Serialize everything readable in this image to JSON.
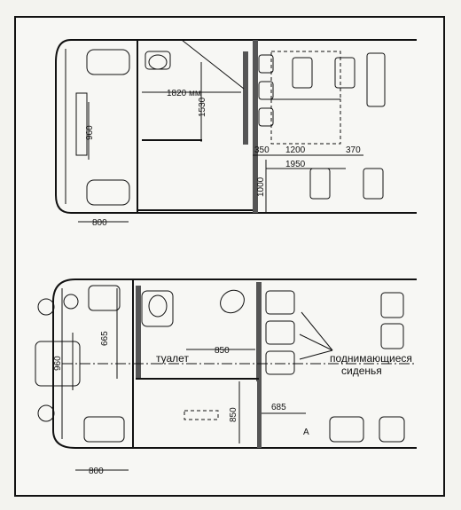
{
  "top_plan": {
    "dim_1820": "1820 мм",
    "dim_1530": "1530",
    "dim_960": "960",
    "dim_350": "350",
    "dim_1200": "1200",
    "dim_370": "370",
    "dim_1950": "1950",
    "dim_1000": "1000",
    "dim_800": "800"
  },
  "bottom_plan": {
    "dim_665": "665",
    "dim_960": "960",
    "toilet_label": "туалет",
    "dim_850_h": "850",
    "dim_850_v": "850",
    "dim_685": "685",
    "seats_label_line1": "поднимающиеся",
    "seats_label_line2": "сиденья",
    "marker_a": "A",
    "dim_800": "800"
  }
}
